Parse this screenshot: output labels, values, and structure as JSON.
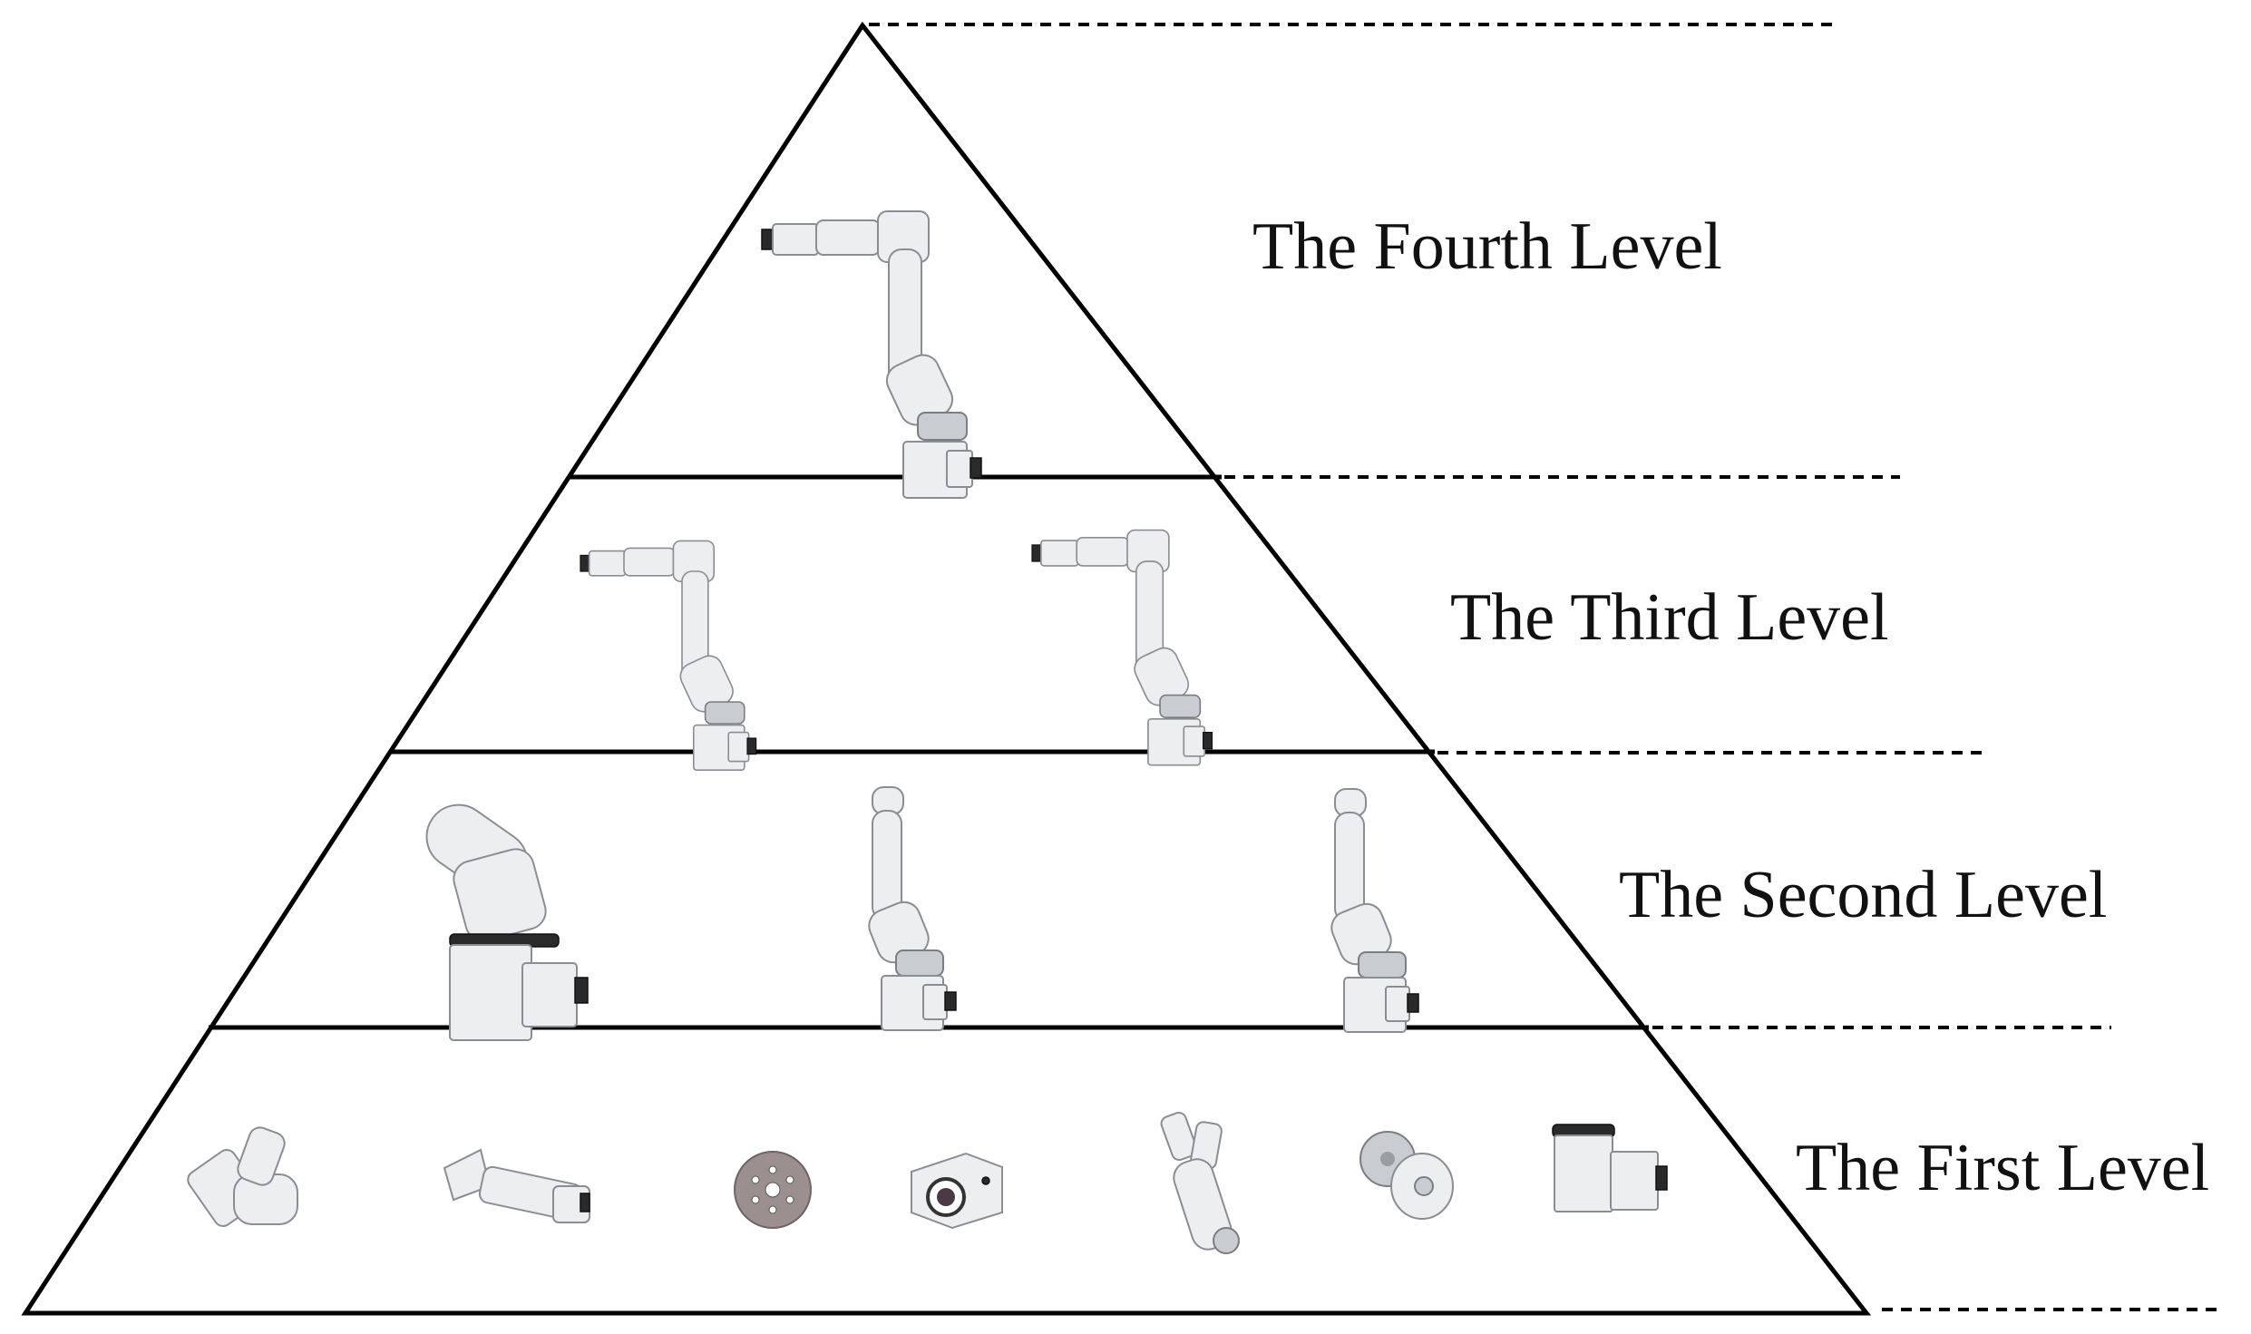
{
  "levels": [
    {
      "id": "fourth",
      "label": "The Fourth Level",
      "components": [
        "robot-arm-icon"
      ]
    },
    {
      "id": "third",
      "label": "The Third Level",
      "components": [
        "robot-arm-icon",
        "robot-arm-icon"
      ]
    },
    {
      "id": "second",
      "label": "The Second Level",
      "components": [
        "scara-shoulder-icon",
        "upright-arm-icon",
        "upright-arm-icon"
      ]
    },
    {
      "id": "first",
      "label": "The First Level",
      "components": [
        "gripper-icon",
        "forearm-link-icon",
        "flange-disc-icon",
        "joint-housing-icon",
        "elbow-link-icon",
        "pulley-icon",
        "base-module-icon"
      ]
    }
  ],
  "colors": {
    "lines": "#000000",
    "dashes": "#000000",
    "metal": "#eceef0",
    "disc": "#9b8f8f"
  }
}
